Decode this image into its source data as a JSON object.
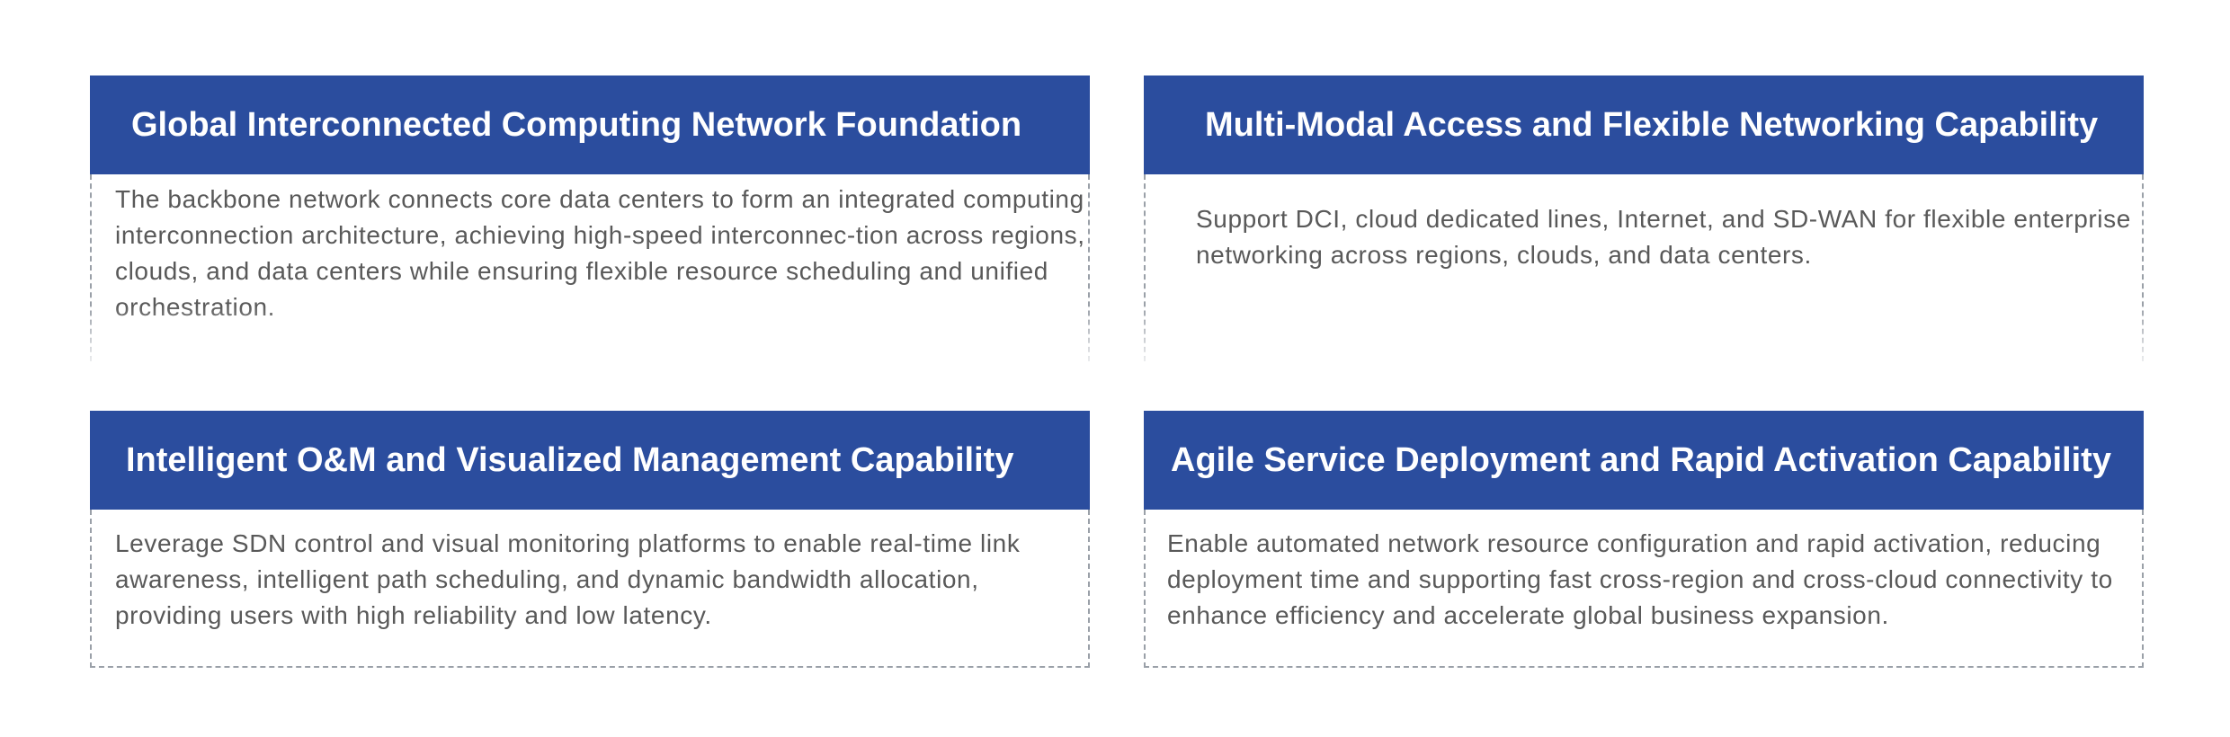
{
  "cards": [
    {
      "title": "Global Interconnected Computing Network Foundation",
      "description": "The backbone network connects core data centers to form an integrated computing interconnection architecture, achieving high-speed interconnec-tion across regions, clouds, and data centers while ensuring flexible resource scheduling and unified orchestration."
    },
    {
      "title": "Multi-Modal Access and Flexible Networking Capability",
      "description": "Support DCI, cloud dedicated lines, Internet, and SD-WAN for flexible enterprise networking across regions, clouds, and data centers."
    },
    {
      "title": "Intelligent O&M and Visualized Management Capability",
      "description": "Leverage SDN control and visual monitoring platforms to enable real-time link awareness, intelligent path scheduling, and dynamic bandwidth allocation, providing users with high reliability and low latency."
    },
    {
      "title": "Agile Service Deployment and Rapid Activation Capability",
      "description": "Enable automated network resource configuration and rapid activation, reducing deployment time and supporting fast cross-region and cross-cloud connectivity to enhance efficiency and accelerate global business expansion."
    }
  ],
  "colors": {
    "header_background": "#2b4d9e",
    "header_text": "#ffffff",
    "body_text": "#595959",
    "dashed_border": "#9aa0a8"
  }
}
